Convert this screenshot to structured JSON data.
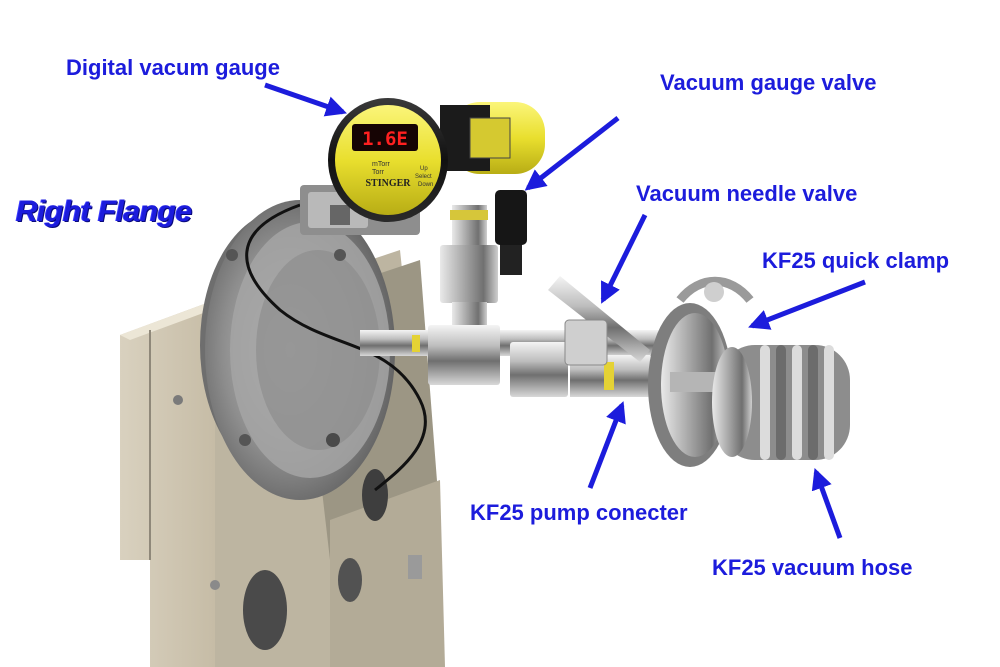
{
  "title": "Right Flange",
  "callouts": {
    "digital_gauge": "Digital vacum gauge",
    "gauge_valve": "Vacuum gauge valve",
    "needle_valve": "Vacuum needle valve",
    "quick_clamp": "KF25 quick clamp",
    "pump_connector": "KF25 pump conecter",
    "vacuum_hose": "KF25 vacuum hose"
  },
  "gauge": {
    "display": "1.6E",
    "units_top": "mTorr",
    "units_bottom": "Torr",
    "brand": "STINGER",
    "btn_up": "Up",
    "btn_select": "Select",
    "btn_down": "Down"
  },
  "colors": {
    "label_blue": "#1c1cdc",
    "gauge_yellow": "#ece53a",
    "display_red": "#ff2020"
  }
}
